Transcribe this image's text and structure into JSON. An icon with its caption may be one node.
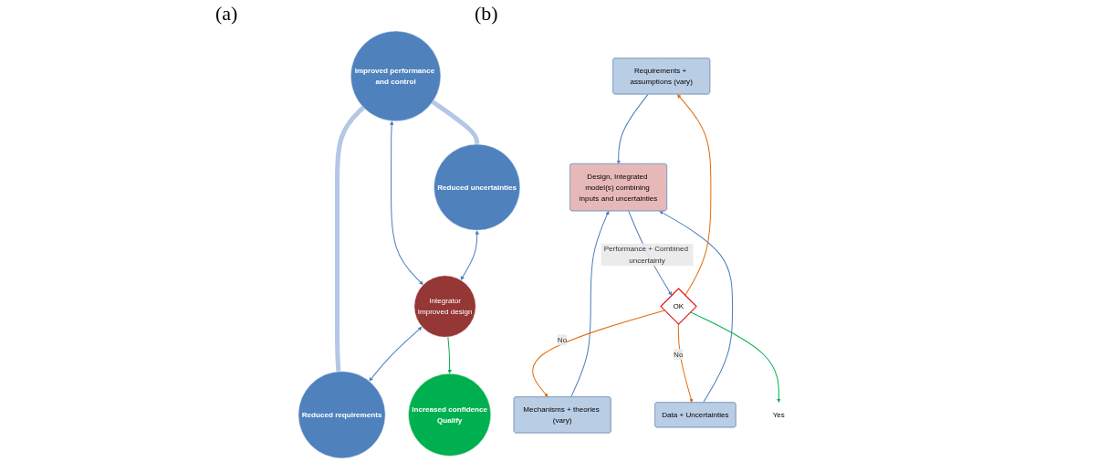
{
  "diagram": {
    "nodes": [
      {
        "text": [
          "Improved performance and control"
        ]
      },
      {
        "text": [
          "Reduced uncertainties"
        ]
      },
      {
        "text": [
          "Integrator",
          "Improved design"
        ]
      },
      {
        "text": [
          "Reduced requirements"
        ]
      },
      {
        "text": [
          "Increased confidence",
          "Qualify"
        ]
      },
      {
        "text": [
          "Requirements + assumptions (vary)"
        ]
      },
      {
        "text": [
          "Mechanisms + theories (vary)"
        ]
      },
      {
        "text": [
          "Design, Integrated model(s) combining inputs and uncertainties"
        ]
      },
      {
        "text": [
          "Data + Uncertainties"
        ]
      },
      {
        "text": [
          "OK"
        ]
      },
      {
        "text": [
          "Yes"
        ]
      }
    ],
    "edges": [
      {
        "from": 0,
        "to": 1,
        "arrow": "none",
        "style": "thick",
        "color": "#b4c7e7"
      },
      {
        "from": 0,
        "to": 3,
        "arrow": "none",
        "style": "thick",
        "color": "#b4c7e7"
      },
      {
        "from": 0,
        "to": 2,
        "arrow": "both"
      },
      {
        "from": 1,
        "to": 2,
        "arrow": "both"
      },
      {
        "from": 2,
        "to": 3,
        "arrow": "both"
      },
      {
        "from": 2,
        "to": 4,
        "arrow": "to",
        "color": "#00b050"
      },
      {
        "from": 5,
        "to": 7,
        "arrow": "to"
      },
      {
        "from": 6,
        "to": 7,
        "arrow": "to"
      },
      {
        "from": 8,
        "to": 7,
        "arrow": "to"
      },
      {
        "from": 7,
        "to": 9,
        "label": "Performance + Combined uncertainty",
        "arrow": "to"
      },
      {
        "from": 9,
        "to": 6,
        "label": "No",
        "arrow": "to",
        "color": "#e46c0a"
      },
      {
        "from": 9,
        "to": 8,
        "label": "No",
        "arrow": "to",
        "color": "#e46c0a"
      },
      {
        "from": 9,
        "to": 5,
        "arrow": "to",
        "color": "#e46c0a"
      },
      {
        "from": 9,
        "to": 10,
        "arrow": "to",
        "color": "#00b050"
      }
    ],
    "labels": [
      "(a)",
      "(b)"
    ]
  }
}
